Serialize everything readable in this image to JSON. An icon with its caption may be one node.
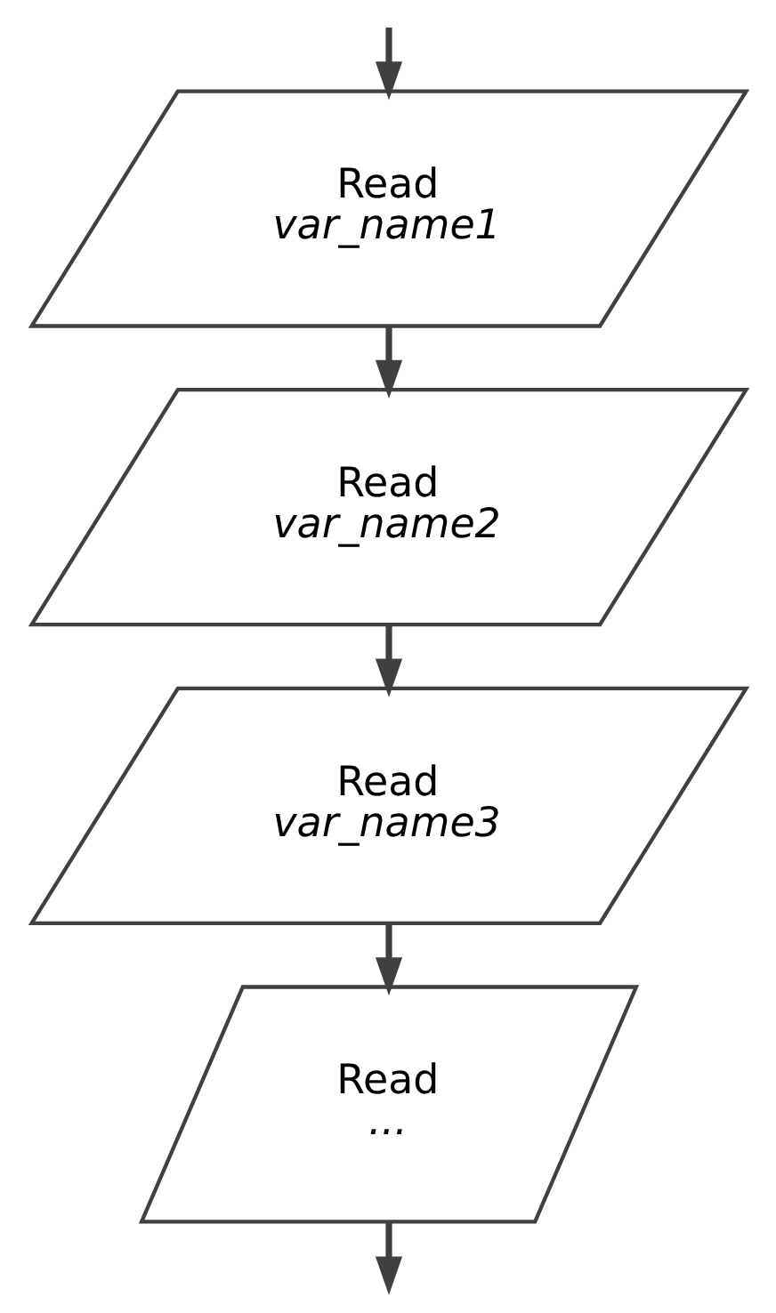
{
  "diagram": {
    "nodes": [
      {
        "text": [
          "Read",
          "var_name1"
        ]
      },
      {
        "text": [
          "Read",
          "var_name2"
        ]
      },
      {
        "text": [
          "Read",
          "var_name3"
        ]
      },
      {
        "text": [
          "Read",
          "..."
        ]
      }
    ],
    "edges": [
      {
        "from": null,
        "to": 0,
        "arrow": "to"
      },
      {
        "from": 0,
        "to": 1,
        "arrow": "to"
      },
      {
        "from": 1,
        "to": 2,
        "arrow": "to"
      },
      {
        "from": 2,
        "to": 3,
        "arrow": "to"
      },
      {
        "from": 3,
        "to": null,
        "arrow": "to"
      }
    ]
  }
}
